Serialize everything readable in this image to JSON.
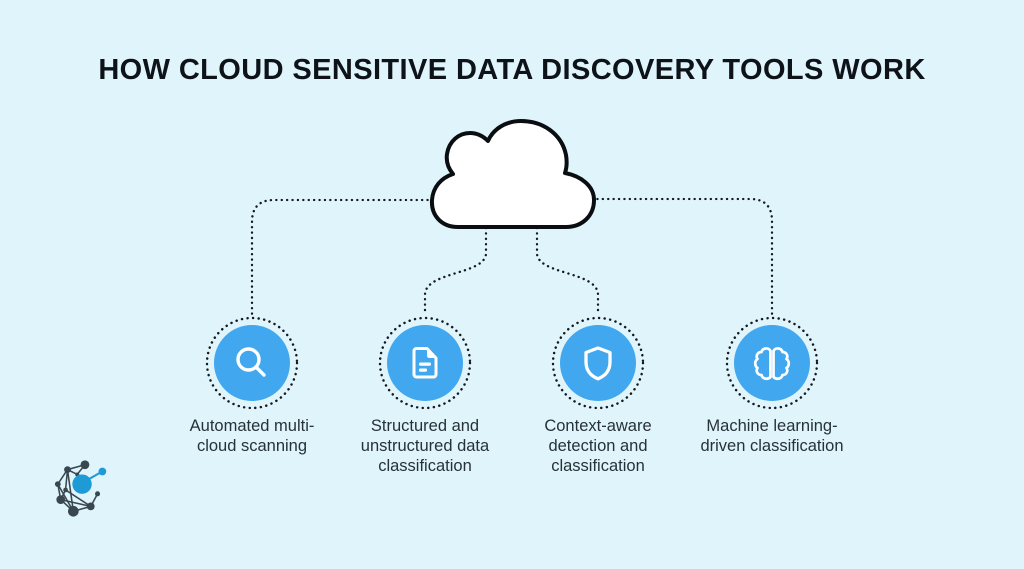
{
  "header": {
    "title": "HOW CLOUD SENSITIVE DATA DISCOVERY TOOLS WORK"
  },
  "diagram": {
    "cloud": "cloud-shape",
    "connector_style": "dotted",
    "nodes": [
      {
        "icon": "search-icon",
        "label": "Automated multi-\ncloud scanning"
      },
      {
        "icon": "document-icon",
        "label": "Structured and\nunstructured data\nclassification"
      },
      {
        "icon": "shield-icon",
        "label": "Context-aware\ndetection and\nclassification"
      },
      {
        "icon": "brain-icon",
        "label": "Machine learning-\ndriven classification"
      }
    ]
  },
  "colors": {
    "background": "#DFF4FB",
    "accent_blue": "#41A7EE",
    "dotted_line": "#15181C",
    "cloud_fill": "#FFFFFF",
    "cloud_stroke": "#0B0E11",
    "title_text": "#0D1318",
    "label_text": "#273238",
    "logo_dark": "#3A4750",
    "logo_blue": "#1E9AD6"
  }
}
